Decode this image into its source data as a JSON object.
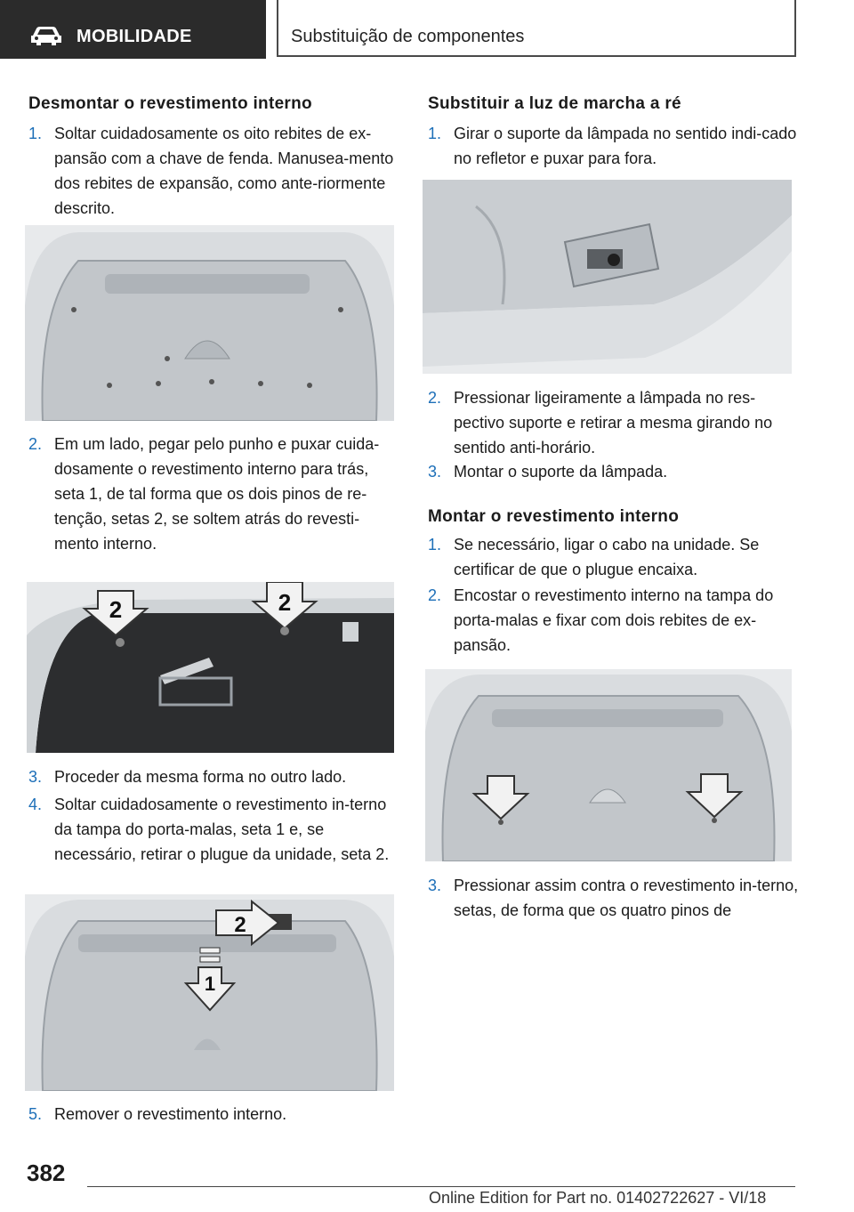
{
  "header": {
    "section_label": "MOBILIDADE",
    "section_icon": "car-icon",
    "chapter_title": "Substituição de componentes"
  },
  "left": {
    "heading": "Desmontar o revestimento interno",
    "steps": [
      {
        "n": "1.",
        "text": "Soltar cuidadosamente os oito rebites de ex-pansão com a chave de fenda. Manusea-mento dos rebites de expansão, como ante-riormente descrito."
      },
      {
        "n": "2.",
        "text": "Em um lado, pegar pelo punho e puxar cuida-dosamente o revestimento interno para trás, seta 1, de tal forma que os dois pinos de re-tenção, setas 2, se soltem atrás do revesti-mento interno."
      },
      {
        "n": "3.",
        "text": "Proceder da mesma forma no outro lado."
      },
      {
        "n": "4.",
        "text": "Soltar cuidadosamente o revestimento in-terno da tampa do porta-malas, seta 1 e, se necessário, retirar o plugue da unidade, seta 2."
      },
      {
        "n": "5.",
        "text": "Remover o revestimento interno."
      }
    ],
    "figure2_labels": [
      "2",
      "2"
    ],
    "figure3_labels": [
      "2",
      "1"
    ]
  },
  "right": {
    "heading1": "Substituir a luz de marcha a ré",
    "steps1": [
      {
        "n": "1.",
        "text": "Girar o suporte da lâmpada no sentido indi-cado no refletor e puxar para fora."
      },
      {
        "n": "2.",
        "text": "Pressionar ligeiramente a lâmpada no res-pectivo suporte e retirar a mesma girando no sentido anti-horário."
      },
      {
        "n": "3.",
        "text": "Montar o suporte da lâmpada."
      }
    ],
    "heading2": "Montar o revestimento interno",
    "steps2": [
      {
        "n": "1.",
        "text": "Se necessário, ligar o cabo na unidade. Se certificar de que o plugue encaixa."
      },
      {
        "n": "2.",
        "text": "Encostar o revestimento interno na tampa do porta-malas e fixar com dois rebites de ex-pansão."
      },
      {
        "n": "3.",
        "text": "Pressionar assim contra o revestimento in-terno, setas, de forma que os quatro pinos de"
      }
    ]
  },
  "footer": {
    "page_number": "382",
    "edition": "Online Edition for Part no. 01402722627 - VI/18"
  }
}
